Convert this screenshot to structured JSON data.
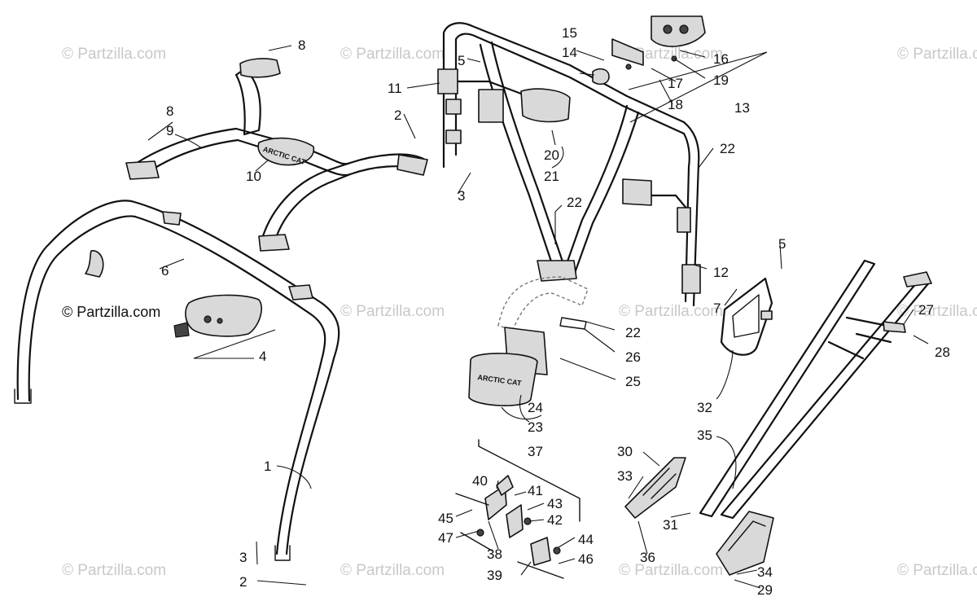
{
  "watermark": "© Partzilla.com",
  "brand_watermark": "© Partzilla.com",
  "logo_badges": [
    "ARCTIC CAT",
    "ARCTIC CAT"
  ],
  "callouts": {
    "c1": "1",
    "c2a": "2",
    "c2b": "2",
    "c3a": "3",
    "c3b": "3",
    "c4": "4",
    "c5a": "5",
    "c5b": "5",
    "c6": "6",
    "c7": "7",
    "c8a": "8",
    "c8b": "8",
    "c9": "9",
    "c10": "10",
    "c11": "11",
    "c12": "12",
    "c13": "13",
    "c14": "14",
    "c15": "15",
    "c16": "16",
    "c17": "17",
    "c18": "18",
    "c19": "19",
    "c20": "20",
    "c21": "21",
    "c22a": "22",
    "c22b": "22",
    "c22c": "22",
    "c23": "23",
    "c24": "24",
    "c25": "25",
    "c26": "26",
    "c27": "27",
    "c28": "28",
    "c29": "29",
    "c30": "30",
    "c31": "31",
    "c32": "32",
    "c33": "33",
    "c34": "34",
    "c35": "35",
    "c36": "36",
    "c37": "37",
    "c38": "38",
    "c39": "39",
    "c40": "40",
    "c41": "41",
    "c42": "42",
    "c43": "43",
    "c44": "44",
    "c45": "45",
    "c46": "46",
    "c47": "47"
  }
}
